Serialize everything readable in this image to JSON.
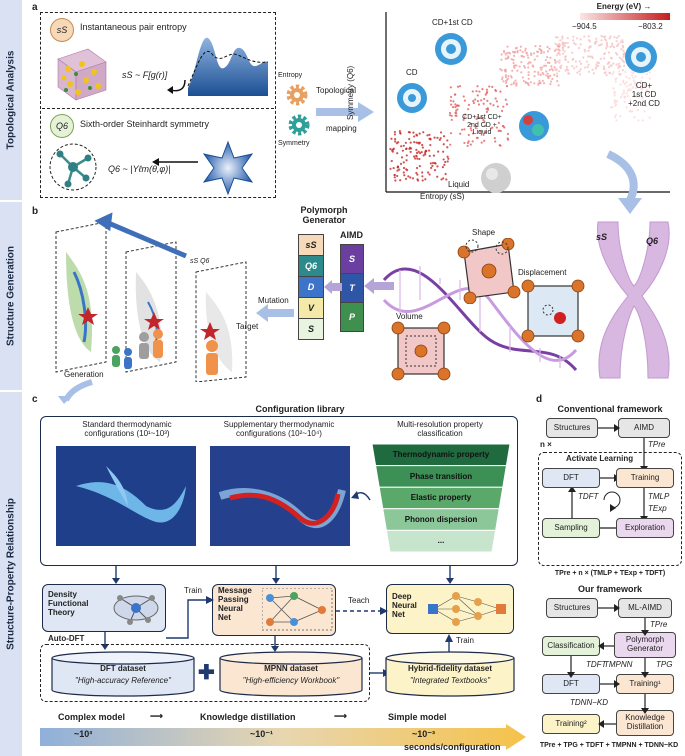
{
  "bands": {
    "a": "Topological Analysis",
    "b": "Structure Generation",
    "c": "Structure-Property Relationship"
  },
  "panel_labels": {
    "a": "a",
    "b": "b",
    "c": "c",
    "d": "d"
  },
  "a": {
    "ss_symbol": "sS",
    "q6_symbol": "Q6",
    "ss_title": "Instantaneous pair entropy",
    "q6_title": "Sixth-order Steinhardt symmetry",
    "ss_formula": "sS ~ F[g(r)]",
    "q6_formula": "Q6 ~ |Yℓm(θ,φ)|",
    "entropy": "Entropy",
    "symmetry": "Symmetry",
    "topological": "Topological",
    "mapping": "mapping",
    "energy_label": "Energy (eV) →",
    "energy_min": "−904.5",
    "energy_max": "−803.2",
    "x_axis": "Entropy (sS)",
    "y_axis": "Symmetry (Q6)",
    "cd": "CD",
    "cd1": "CD+1st CD",
    "cd_right": "CD+\n1st CD\n+2nd CD",
    "cd_mid": "CD+1st CD+\n2nd CD +\nLiquid",
    "liquid": "Liquid"
  },
  "b": {
    "generator_title": "Polymorph\nGenerator",
    "aimd": "AIMD",
    "gen_items": [
      "sS",
      "Q6",
      "D",
      "V",
      "S"
    ],
    "gen_colors": [
      "#f6d9b8",
      "#2c8a8a",
      "#3d74c9",
      "#f4e9a6",
      "#e8f3e0"
    ],
    "aimd_items": [
      "S",
      "T",
      "P"
    ],
    "aimd_colors": [
      "#6b3fa0",
      "#2f56a6",
      "#3f8f4f"
    ],
    "mutation": "Mutation",
    "target": "Target",
    "generation": "Generation",
    "ss_q6": "sS Q6",
    "shape": "Shape",
    "displacement": "Displacement",
    "volume": "Volume",
    "x_ss": "sS",
    "x_q6": "Q6"
  },
  "c": {
    "config_title": "Configuration library",
    "standard": "Standard thermodynamic\nconfigurations (10¹~10³)",
    "supplementary": "Supplementary thermodynamic\nconfigurations (10²~10⁴)",
    "multires": "Multi-resolution property\nclassification",
    "props": [
      "Thermodynamic property",
      "Phase transition",
      "Elastic property",
      "Phonon dispersion",
      "..."
    ],
    "dft_box": "Density\nFunctional\nTheory",
    "mpnn_box": "Message\nPassing\nNeural\nNet",
    "dnn_box": "Deep\nNeural\nNet",
    "train": "Train",
    "teach": "Teach",
    "train2": "Train",
    "auto_dft": "Auto-DFT",
    "dft_dataset": "DFT dataset",
    "dft_dataset_sub": "\"High-accuracy Reference\"",
    "mpnn_dataset": "MPNN dataset",
    "mpnn_dataset_sub": "\"High-efficiency Workbook\"",
    "hybrid_dataset": "Hybrid-fidelity dataset",
    "hybrid_dataset_sub": "\"Integrated Textbooks\"",
    "complex_model": "Complex model",
    "knowledge_distillation": "Knowledge distillation",
    "simple_model": "Simple model",
    "t1": "~10³",
    "t2": "~10⁻¹",
    "t3": "~10⁻³",
    "unit": "seconds/configuration"
  },
  "d": {
    "conv_title": "Conventional framework",
    "ours_title": "Our framework",
    "structures": "Structures",
    "aimd": "AIMD",
    "n_times": "n ×",
    "active_learning": "Activate Learning",
    "dft": "DFT",
    "training": "Training",
    "sampling": "Sampling",
    "exploration": "Exploration",
    "t_pre": "TPre",
    "t_dft": "TDFT",
    "t_mlp": "TMLP",
    "t_exp": "TExp",
    "conv_formula": "TPre + n × (TMLP + TExp + TDFT)",
    "structures2": "Structures",
    "ml_aimd": "ML-AIMD",
    "classification": "Classification",
    "polymorph_generator": "Polymorph\nGenerator",
    "dft2": "DFT",
    "training1": "Training¹",
    "training2": "Training²",
    "knowledge_distillation": "Knowledge\nDistillation",
    "t_pg": "TPG",
    "t_mpnn": "TMPNN",
    "t_dnn_kd": "TDNN−KD",
    "ours_formula": "TPre + TPG + TDFT + TMPNN + TDNN−KD"
  }
}
